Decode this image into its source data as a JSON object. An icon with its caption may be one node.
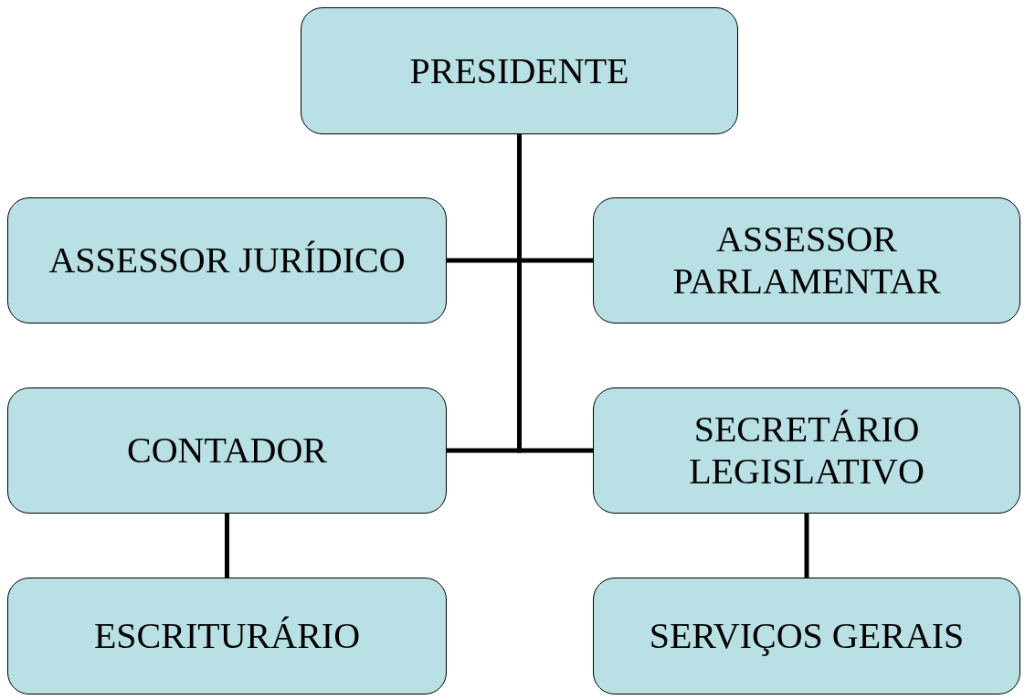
{
  "diagram": {
    "nodes": [
      {
        "text": [
          "PRESIDENTE"
        ]
      },
      {
        "text": [
          "ASSESSOR JURÍDICO"
        ]
      },
      {
        "text": [
          "ASSESSOR PARLAMENTAR"
        ]
      },
      {
        "text": [
          "CONTADOR"
        ]
      },
      {
        "text": [
          "SECRETÁRIO LEGISLATIVO"
        ]
      },
      {
        "text": [
          "ESCRITURÁRIO"
        ]
      },
      {
        "text": [
          "SERVIÇOS GERAIS"
        ]
      }
    ],
    "edges": [
      {
        "from": 0,
        "to": 1,
        "arrow": "none"
      },
      {
        "from": 0,
        "to": 2,
        "arrow": "none"
      },
      {
        "from": 0,
        "to": 3,
        "arrow": "none"
      },
      {
        "from": 0,
        "to": 4,
        "arrow": "none"
      },
      {
        "from": 3,
        "to": 5,
        "arrow": "none"
      },
      {
        "from": 4,
        "to": 6,
        "arrow": "none"
      }
    ]
  }
}
